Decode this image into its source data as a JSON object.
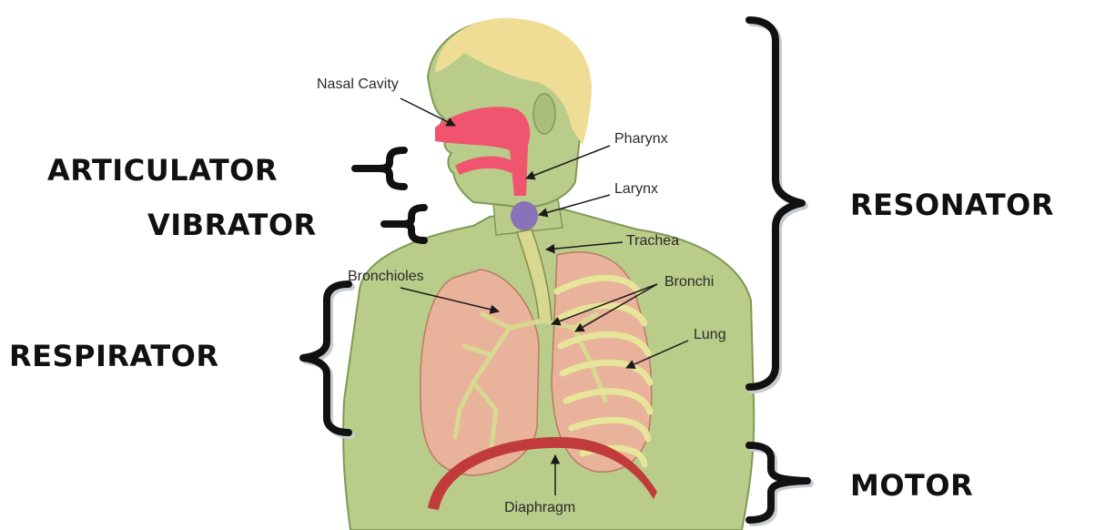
{
  "diagram": {
    "part_labels": {
      "nasal_cavity": "Nasal Cavity",
      "pharynx": "Pharynx",
      "larynx": "Larynx",
      "trachea": "Trachea",
      "bronchioles": "Bronchioles",
      "bronchi": "Bronchi",
      "lung": "Lung",
      "diaphragm": "Diaphragm"
    },
    "group_labels": {
      "articulator": "ARTICULATOR",
      "vibrator": "VIBRATOR",
      "respirator": "RESPIRATOR",
      "resonator": "RESONATOR",
      "motor": "MOTOR"
    },
    "colors": {
      "skin": "#b9cc8a",
      "hair": "#f0dd95",
      "nasal_tract": "#f0546e",
      "larynx": "#8a72b8",
      "airway": "#d8d990",
      "lung": "#e9b29a",
      "ribs": "#e6e59a",
      "diaphragm": "#c23b3b"
    }
  }
}
